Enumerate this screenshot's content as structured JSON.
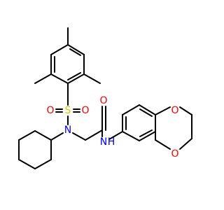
{
  "colors": {
    "bond": "#000000",
    "O": "#ff0000",
    "S": "#cccc00",
    "N": "#0000ff"
  },
  "atoms": {
    "o_sulfonyl_left": "O",
    "s_sulfonyl": "S",
    "o_sulfonyl_right": "O",
    "n_sulfonamide": "N",
    "o_carbonyl": "O",
    "n_amide": "N",
    "h_amide": "H",
    "o_dioxane_top": "O",
    "o_dioxane_bottom": "O"
  }
}
